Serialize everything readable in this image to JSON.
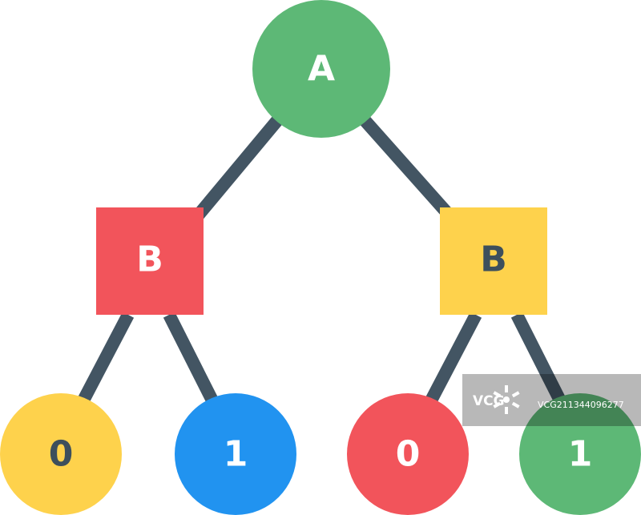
{
  "colors": {
    "green": "#5db876",
    "red": "#f2545b",
    "yellow": "#fed24c",
    "blue": "#2193f0",
    "edge": "#435563",
    "dark_text": "#3d4f5c",
    "light_text": "#ffffff"
  },
  "nodes": {
    "root": {
      "label": "A",
      "shape": "circle",
      "color": "green",
      "text_color": "light_text"
    },
    "left_b": {
      "label": "B",
      "shape": "square",
      "color": "red",
      "text_color": "light_text"
    },
    "right_b": {
      "label": "B",
      "shape": "square",
      "color": "yellow",
      "text_color": "dark_text"
    },
    "leaf_1": {
      "label": "0",
      "shape": "circle",
      "color": "yellow",
      "text_color": "dark_text"
    },
    "leaf_2": {
      "label": "1",
      "shape": "circle",
      "color": "blue",
      "text_color": "light_text"
    },
    "leaf_3": {
      "label": "0",
      "shape": "circle",
      "color": "red",
      "text_color": "light_text"
    },
    "leaf_4": {
      "label": "1",
      "shape": "circle",
      "color": "green",
      "text_color": "light_text"
    }
  },
  "edges": [
    [
      "root",
      "left_b"
    ],
    [
      "root",
      "right_b"
    ],
    [
      "left_b",
      "leaf_1"
    ],
    [
      "left_b",
      "leaf_2"
    ],
    [
      "right_b",
      "leaf_3"
    ],
    [
      "right_b",
      "leaf_4"
    ]
  ],
  "watermark": {
    "brand": "VCG",
    "id": "VCG211344096277"
  }
}
